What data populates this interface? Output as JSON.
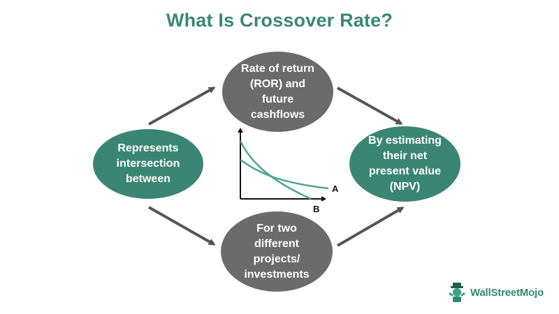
{
  "title": "What Is Crossover Rate?",
  "nodes": {
    "left": [
      "Represents",
      "intersection",
      "between"
    ],
    "top": [
      "Rate of return",
      "(ROR) and",
      "future",
      "cashflows"
    ],
    "bottom": [
      "For two",
      "different",
      "projects/",
      "investments"
    ],
    "right": [
      "By estimating",
      "their net",
      "present value",
      "(NPV)"
    ]
  },
  "chart": {
    "label_a": "A",
    "label_b": "B"
  },
  "brand": {
    "name": "WallStreetMojo"
  },
  "colors": {
    "accent": "#3a8775",
    "node_green": "#3b8574",
    "node_gray": "#6b6b6b",
    "arrow": "#555555"
  }
}
